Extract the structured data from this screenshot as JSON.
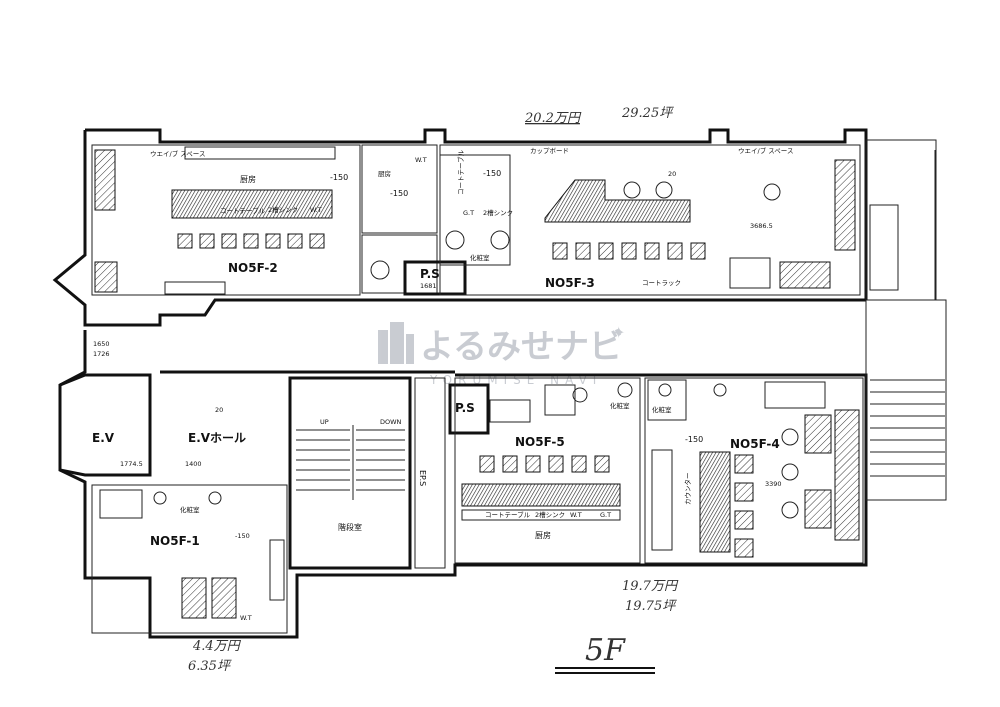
{
  "floor_label": "5F",
  "handwritten": {
    "top_price": "20.2万円",
    "top_area": "29.25坪",
    "bottom_right_price": "19.7万円",
    "bottom_right_area": "19.75坪",
    "bottom_left_price": "4.4万円",
    "bottom_left_area": "6.35坪"
  },
  "watermark": {
    "brand": "よるみせナビ",
    "sub": "YORUMISE NAVI"
  },
  "units": {
    "u1": "NO5F-1",
    "u2": "NO5F-2",
    "u3": "NO5F-3",
    "u4": "NO5F-4",
    "u5": "NO5F-5"
  },
  "common": {
    "ev": "E.V",
    "ev_hall": "E.Vホール",
    "ps_top": "P.S",
    "ps_mid": "P.S",
    "eps": "EP.S",
    "stair": "階段室",
    "up": "UP",
    "down": "DOWN"
  },
  "rooms": {
    "kitchen": "厨房",
    "toilet": "化粧室",
    "counter_table": "コートテーブル",
    "coat_rack": "コートラック",
    "counter": "カウンター",
    "counter_board": "カップボード",
    "sink": "2槽シンク",
    "wt": "W.T",
    "gt": "G.T",
    "owner_space": "ウエイ/ブ スペース"
  },
  "dims": {
    "d150a": "-150",
    "d150b": "-150",
    "d150c": "-150",
    "d150d": "-150",
    "d20": "20",
    "d1774": "1774.5",
    "d1400": "1400",
    "d1726": "1726",
    "d1650": "1650",
    "d3390": "3390",
    "d3686": "3686.5",
    "d1681": "1681"
  }
}
